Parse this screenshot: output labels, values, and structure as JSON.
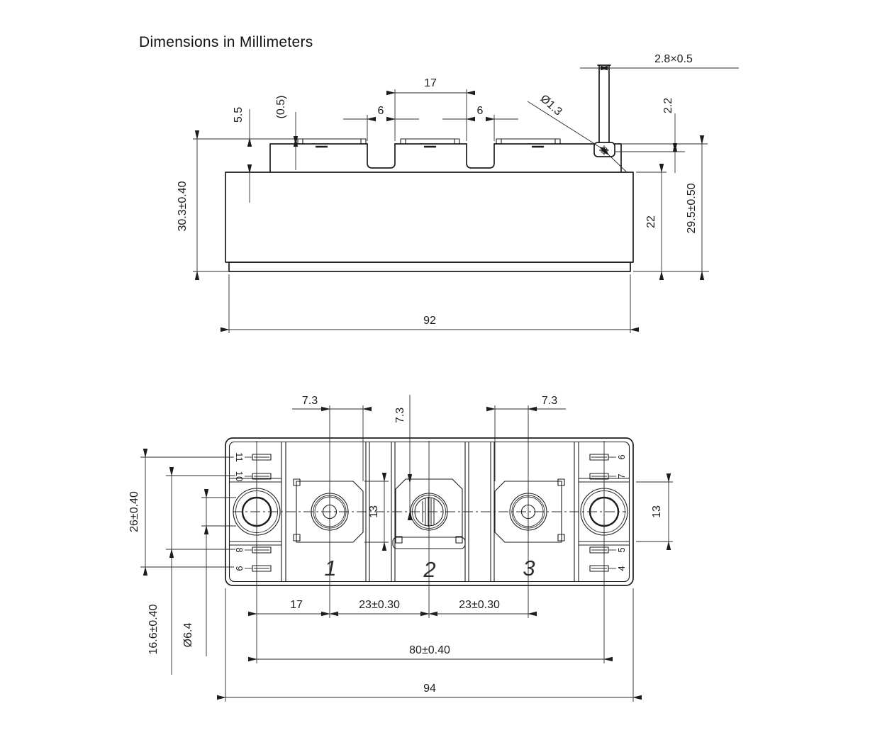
{
  "title": "Dimensions in Millimeters",
  "top_view": {
    "dims": {
      "tab_cross_section": "2.8×0.5",
      "slot_spacing": "17",
      "slot_width_left": "6",
      "slot_width_right": "6",
      "tab_hole_diameter": "Ø1.3",
      "tab_hole_offset": "2.2",
      "terminal_plane_height": "5.5",
      "plate_thickness": "(0.5)",
      "overall_height": "30.3±0.40",
      "body_height": "22",
      "lid_height": "29.5±0.50",
      "baseplate_width": "92"
    }
  },
  "bottom_view": {
    "dims": {
      "offset_left": "7.3",
      "offset_mid": "7.3",
      "offset_right": "7.3",
      "pin_row_span": "26±0.40",
      "pin_row_inner_span": "16.6±0.40",
      "mount_hole_diameter": "Ø6.4",
      "pad_height_left": "13",
      "pad_height_right": "13",
      "mount_to_terminal": "17",
      "terminal_pitch_a": "23±0.30",
      "terminal_pitch_b": "23±0.30",
      "mount_hole_span": "80±0.40",
      "overall_width": "94"
    },
    "terminals": [
      "1",
      "2",
      "3"
    ],
    "pins": {
      "p11": "11",
      "p10": "10",
      "p8": "8",
      "p9": "9",
      "p6": "6",
      "p7": "7",
      "p5": "5",
      "p4": "4"
    }
  }
}
